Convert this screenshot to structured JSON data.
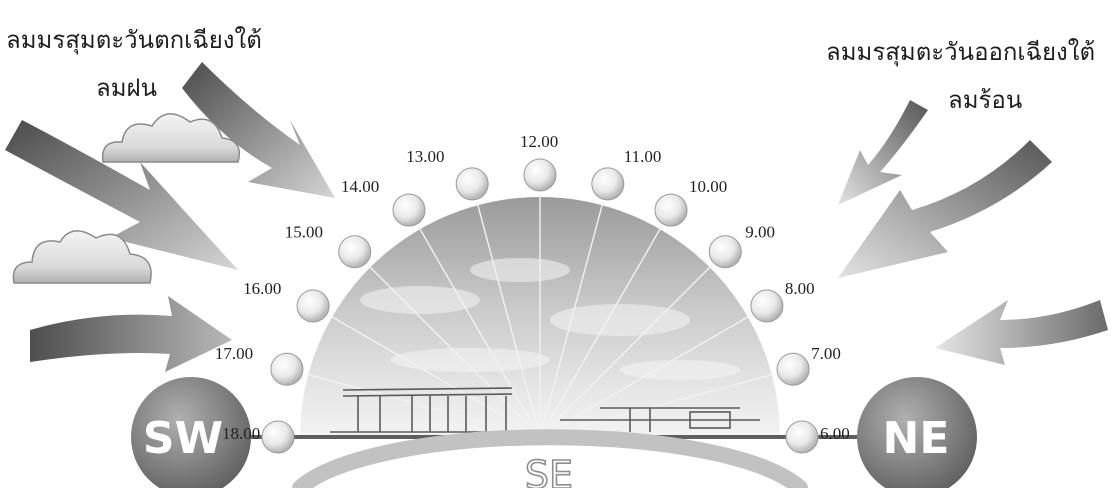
{
  "captions": {
    "southwest_monsoon": "ลมมรสุมตะวันตกเฉียงใต้",
    "southwest_subtitle": "ลมฝน",
    "northeast_monsoon": "ลมมรสุมตะวันออกเฉียงใต้",
    "northeast_subtitle": "ลมร้อน"
  },
  "sun_times": [
    "6.00",
    "7.00",
    "8.00",
    "9.00",
    "10.00",
    "11.00",
    "12.00",
    "13.00",
    "14.00",
    "15.00",
    "16.00",
    "17.00",
    "18.00"
  ],
  "compass": {
    "left": "SW",
    "right": "NE",
    "bottom": "SE"
  }
}
